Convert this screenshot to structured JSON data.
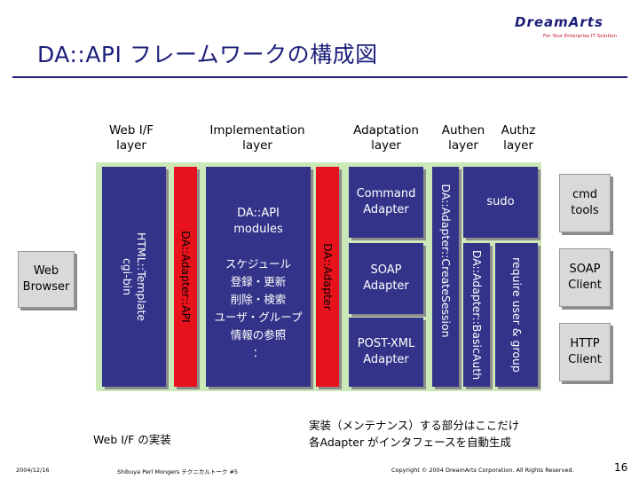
{
  "title": "DA::API フレームワークの構成図",
  "logo": {
    "word": "DreamArts",
    "tagline": "For Your Enterprise IT Solution",
    "brand_color": "#1c1f7a",
    "accent_color": "#c8102e"
  },
  "layers": {
    "webif": [
      "Web I/F",
      "layer"
    ],
    "impl": [
      "Implementation",
      "layer"
    ],
    "adapt": [
      "Adaptation",
      "layer"
    ],
    "authen": [
      "Authen",
      "layer"
    ],
    "authz": [
      "Authz",
      "layer"
    ]
  },
  "boxes": {
    "web_browser": [
      "Web",
      "Browser"
    ],
    "template": [
      "HTML::Template",
      "cgi-bin"
    ],
    "da_adapter_api": "DA::Adapter::API",
    "modules": [
      "DA::API",
      "modules"
    ],
    "japanese_list": [
      "スケジュール",
      "登録・更新",
      "削除・検索",
      "ユーザ・グループ",
      "情報の参照",
      "："
    ],
    "da_adapter": "DA::Adapter",
    "command_adapter": [
      "Command",
      "Adapter"
    ],
    "soap_adapter": [
      "SOAP",
      "Adapter"
    ],
    "postxml_adapter": [
      "POST-XML",
      "Adapter"
    ],
    "create_session": "DA::Adapter::CreateSession",
    "sudo": "sudo",
    "basic_auth": "DA::Adapter::BasicAuth",
    "require_user": "require user & group",
    "cmd_tools": [
      "cmd",
      "tools"
    ],
    "soap_client": [
      "SOAP",
      "Client"
    ],
    "http_client": [
      "HTTP",
      "Client"
    ]
  },
  "notes": {
    "webif_impl": "Web I/F の実装",
    "impl_line1": "実装（メンテナンス）する部分はここだけ",
    "impl_line2": "各Adapter がインタフェースを自動生成"
  },
  "footer": {
    "date": "2004/12/16",
    "event": "Shibuya Perl Mongers テクニカルトーク #5",
    "copyright": "Copyright © 2004 DreamArts Corporation. All Rights Reserved.",
    "page": "16"
  },
  "colors": {
    "navy": "#33338a",
    "green": "#cbe9b8",
    "red": "#e8121c",
    "grey": "#d9d9d9"
  }
}
